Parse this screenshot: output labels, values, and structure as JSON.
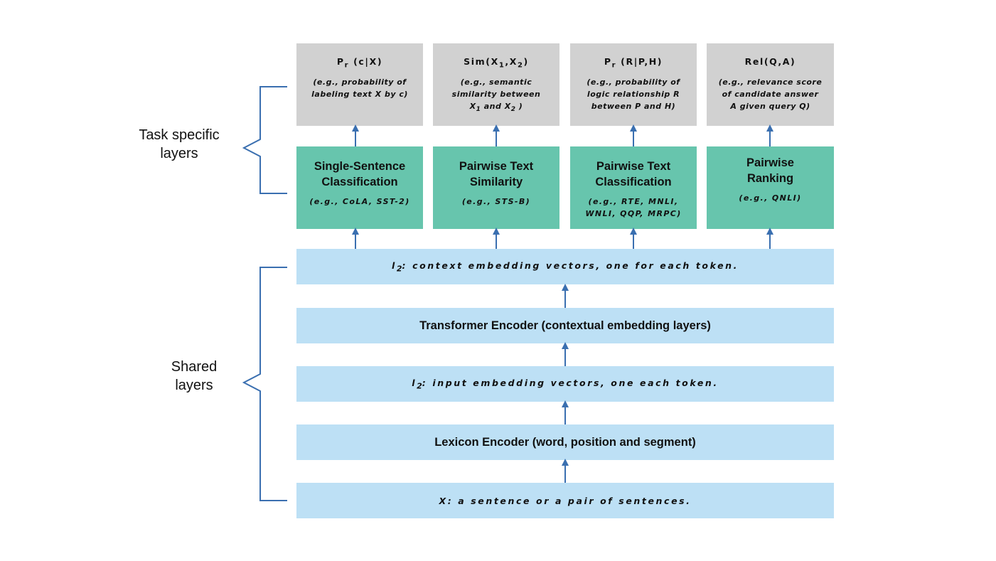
{
  "side_labels": {
    "task_line1": "Task specific",
    "task_line2": "layers",
    "shared_line1": "Shared",
    "shared_line2": "layers"
  },
  "outputs": [
    {
      "title_a": "P",
      "title_sub": "r",
      "title_b": " (c|X)",
      "desc": [
        "(e.g., probability of",
        "labeling text X by c)"
      ]
    },
    {
      "title_a": "Sim(X",
      "title_sub": "1",
      "title_b": ",X",
      "title_sub2": "2",
      "title_c": ")",
      "desc_l1": "(e.g., semantic",
      "desc_l2": "similarity between",
      "desc_l3_a": "X",
      "desc_l3_sub1": "1",
      "desc_l3_b": " and X",
      "desc_l3_sub2": "2",
      "desc_l3_c": " )"
    },
    {
      "title_a": "P",
      "title_sub": "r",
      "title_b": " (R|P,H)",
      "desc": [
        "(e.g., probability of",
        "logic relationship R",
        "between P and H)"
      ]
    },
    {
      "title_a": "Rel(Q,A)",
      "desc": [
        "(e.g., relevance score",
        "of candidate answer",
        "A given query Q)"
      ]
    }
  ],
  "tasks": [
    {
      "title": [
        "Single-Sentence",
        "Classification"
      ],
      "example": [
        "(e.g., CoLA, SST-2)"
      ]
    },
    {
      "title": [
        "Pairwise Text",
        "Similarity"
      ],
      "example": [
        "(e.g., STS-B)"
      ]
    },
    {
      "title": [
        "Pairwise Text",
        "Classification"
      ],
      "example": [
        "(e.g., RTE, MNLI,",
        "WNLI, QQP, MRPC)"
      ]
    },
    {
      "title": [
        "Pairwise",
        "Ranking"
      ],
      "example": [
        "(e.g., QNLI)"
      ]
    }
  ],
  "shared": {
    "l2_a": "l",
    "l2_sub": "2",
    "l2_b": ": context embedding vectors, one for each token.",
    "transformer": "Transformer Encoder (contextual embedding layers)",
    "l1_a": "l",
    "l1_sub": "2",
    "l1_b": ": input embedding vectors, one each token.",
    "lexicon": "Lexicon Encoder (word, position and segment)",
    "input": "X: a sentence or a pair of sentences."
  },
  "colors": {
    "output_box": "#d1d1d1",
    "task_box": "#67c5ad",
    "shared_bar": "#bde0f5",
    "arrow_brace": "#3a6fb0"
  }
}
